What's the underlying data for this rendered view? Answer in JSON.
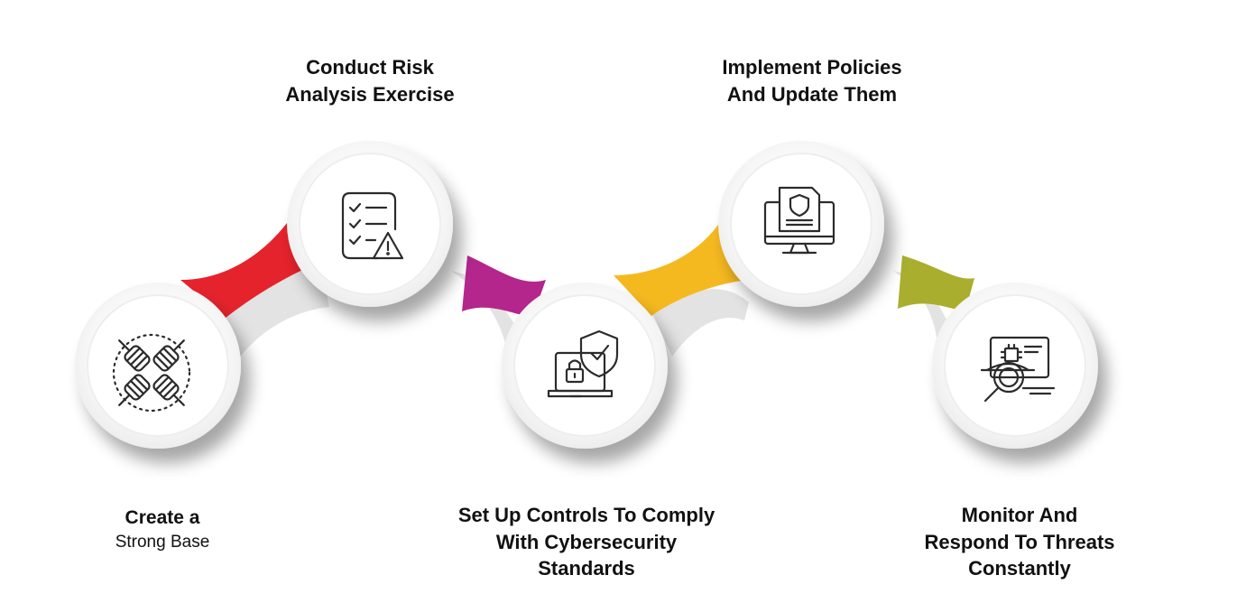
{
  "colors": {
    "step1": "#e5232c",
    "step2": "#b4268c",
    "step3": "#f5b920",
    "step4": "#a9ae2e",
    "connector_shadow": "#e3e3e3",
    "icon_stroke": "#2b2b2b"
  },
  "steps": [
    {
      "icon": "fists-together-icon",
      "label_lines": [
        "Create a",
        "Strong Base"
      ]
    },
    {
      "icon": "checklist-warning-icon",
      "label_lines": [
        "Conduct Risk",
        "Analysis Exercise"
      ]
    },
    {
      "icon": "laptop-lock-shield-icon",
      "label_lines": [
        "Set Up Controls To Comply",
        "With Cybersecurity",
        "Standards"
      ]
    },
    {
      "icon": "monitor-policy-document-icon",
      "label_lines": [
        "Implement Policies",
        "And Update Them"
      ]
    },
    {
      "icon": "monitor-search-threat-icon",
      "label_lines": [
        "Monitor And",
        "Respond To Threats",
        "Constantly"
      ]
    }
  ]
}
